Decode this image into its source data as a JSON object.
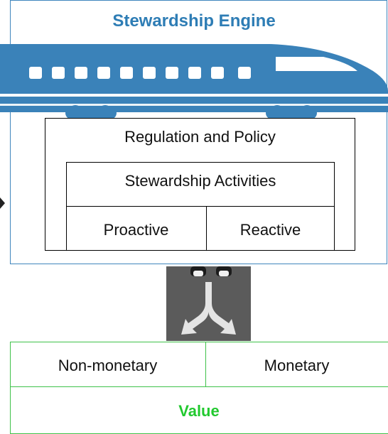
{
  "diagram": {
    "engine_title": "Stewardship Engine",
    "regulation_label": "Regulation and Policy",
    "activities_label": "Stewardship Activities",
    "activity_types": [
      "Proactive",
      "Reactive"
    ],
    "value_types": [
      "Non-monetary",
      "Monetary"
    ],
    "value_label": "Value",
    "icons": [
      "train-icon",
      "crossroad-arrows-icon"
    ],
    "colors": {
      "engine_blue": "#3a82b9",
      "title_blue": "#2e7db5",
      "value_green": "#22c92f",
      "value_border": "#3fc24a"
    }
  }
}
